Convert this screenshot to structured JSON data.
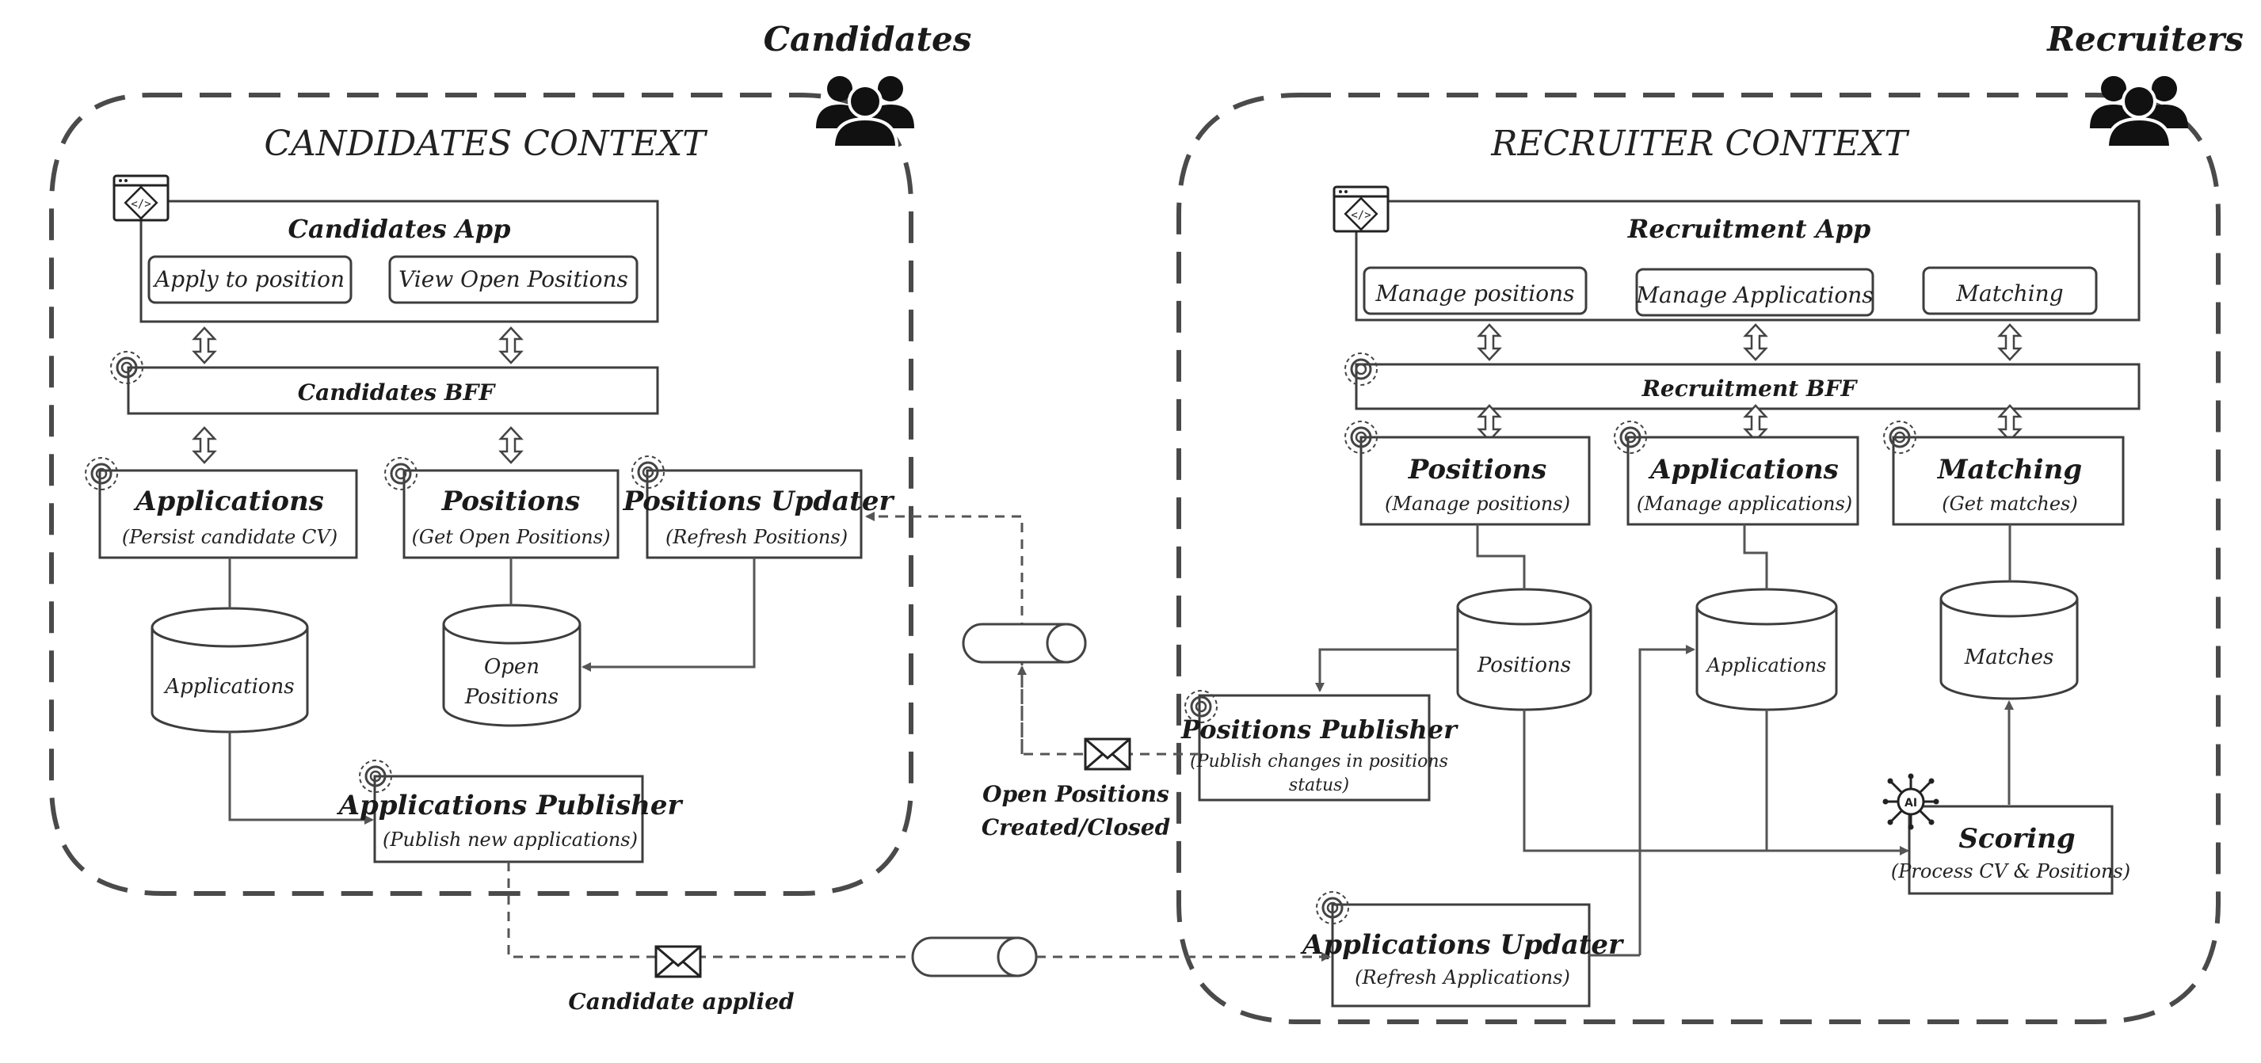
{
  "actors": {
    "candidates": "Candidates",
    "recruiters": "Recruiters"
  },
  "contexts": {
    "candidates": "CANDIDATES CONTEXT",
    "recruiter": "RECRUITER CONTEXT"
  },
  "candidates_app": {
    "title": "Candidates App",
    "apply": "Apply to position",
    "view": "View Open Positions"
  },
  "candidates_bff": "Candidates BFF",
  "c_applications": {
    "title": "Applications",
    "sub": "(Persist candidate CV)"
  },
  "c_positions": {
    "title": "Positions",
    "sub": "(Get Open Positions)"
  },
  "positions_updater": {
    "title": "Positions Updater",
    "sub": "(Refresh Positions)"
  },
  "db_c_applications": "Applications",
  "db_open_positions": {
    "line1": "Open",
    "line2": "Positions"
  },
  "applications_publisher": {
    "title": "Applications Publisher",
    "sub": "(Publish new applications)"
  },
  "recruitment_app": {
    "title": "Recruitment App",
    "manage_positions": "Manage positions",
    "manage_applications": "Manage Applications",
    "matching": "Matching"
  },
  "recruitment_bff": "Recruitment BFF",
  "r_positions": {
    "title": "Positions",
    "sub": "(Manage positions)"
  },
  "r_applications": {
    "title": "Applications",
    "sub": "(Manage applications)"
  },
  "r_matching": {
    "title": "Matching",
    "sub": "(Get matches)"
  },
  "db_r_positions": "Positions",
  "db_r_applications": "Applications",
  "db_matches": "Matches",
  "positions_publisher": {
    "title": "Positions Publisher",
    "sub1": "(Publish changes in positions",
    "sub2": "status)"
  },
  "scoring": {
    "title": "Scoring",
    "sub": "(Process CV & Positions)"
  },
  "applications_updater": {
    "title": "Applications Updater",
    "sub": "(Refresh Applications)"
  },
  "events": {
    "open_positions_1": "Open Positions",
    "open_positions_2": "Created/Closed",
    "candidate_applied": "Candidate applied"
  }
}
